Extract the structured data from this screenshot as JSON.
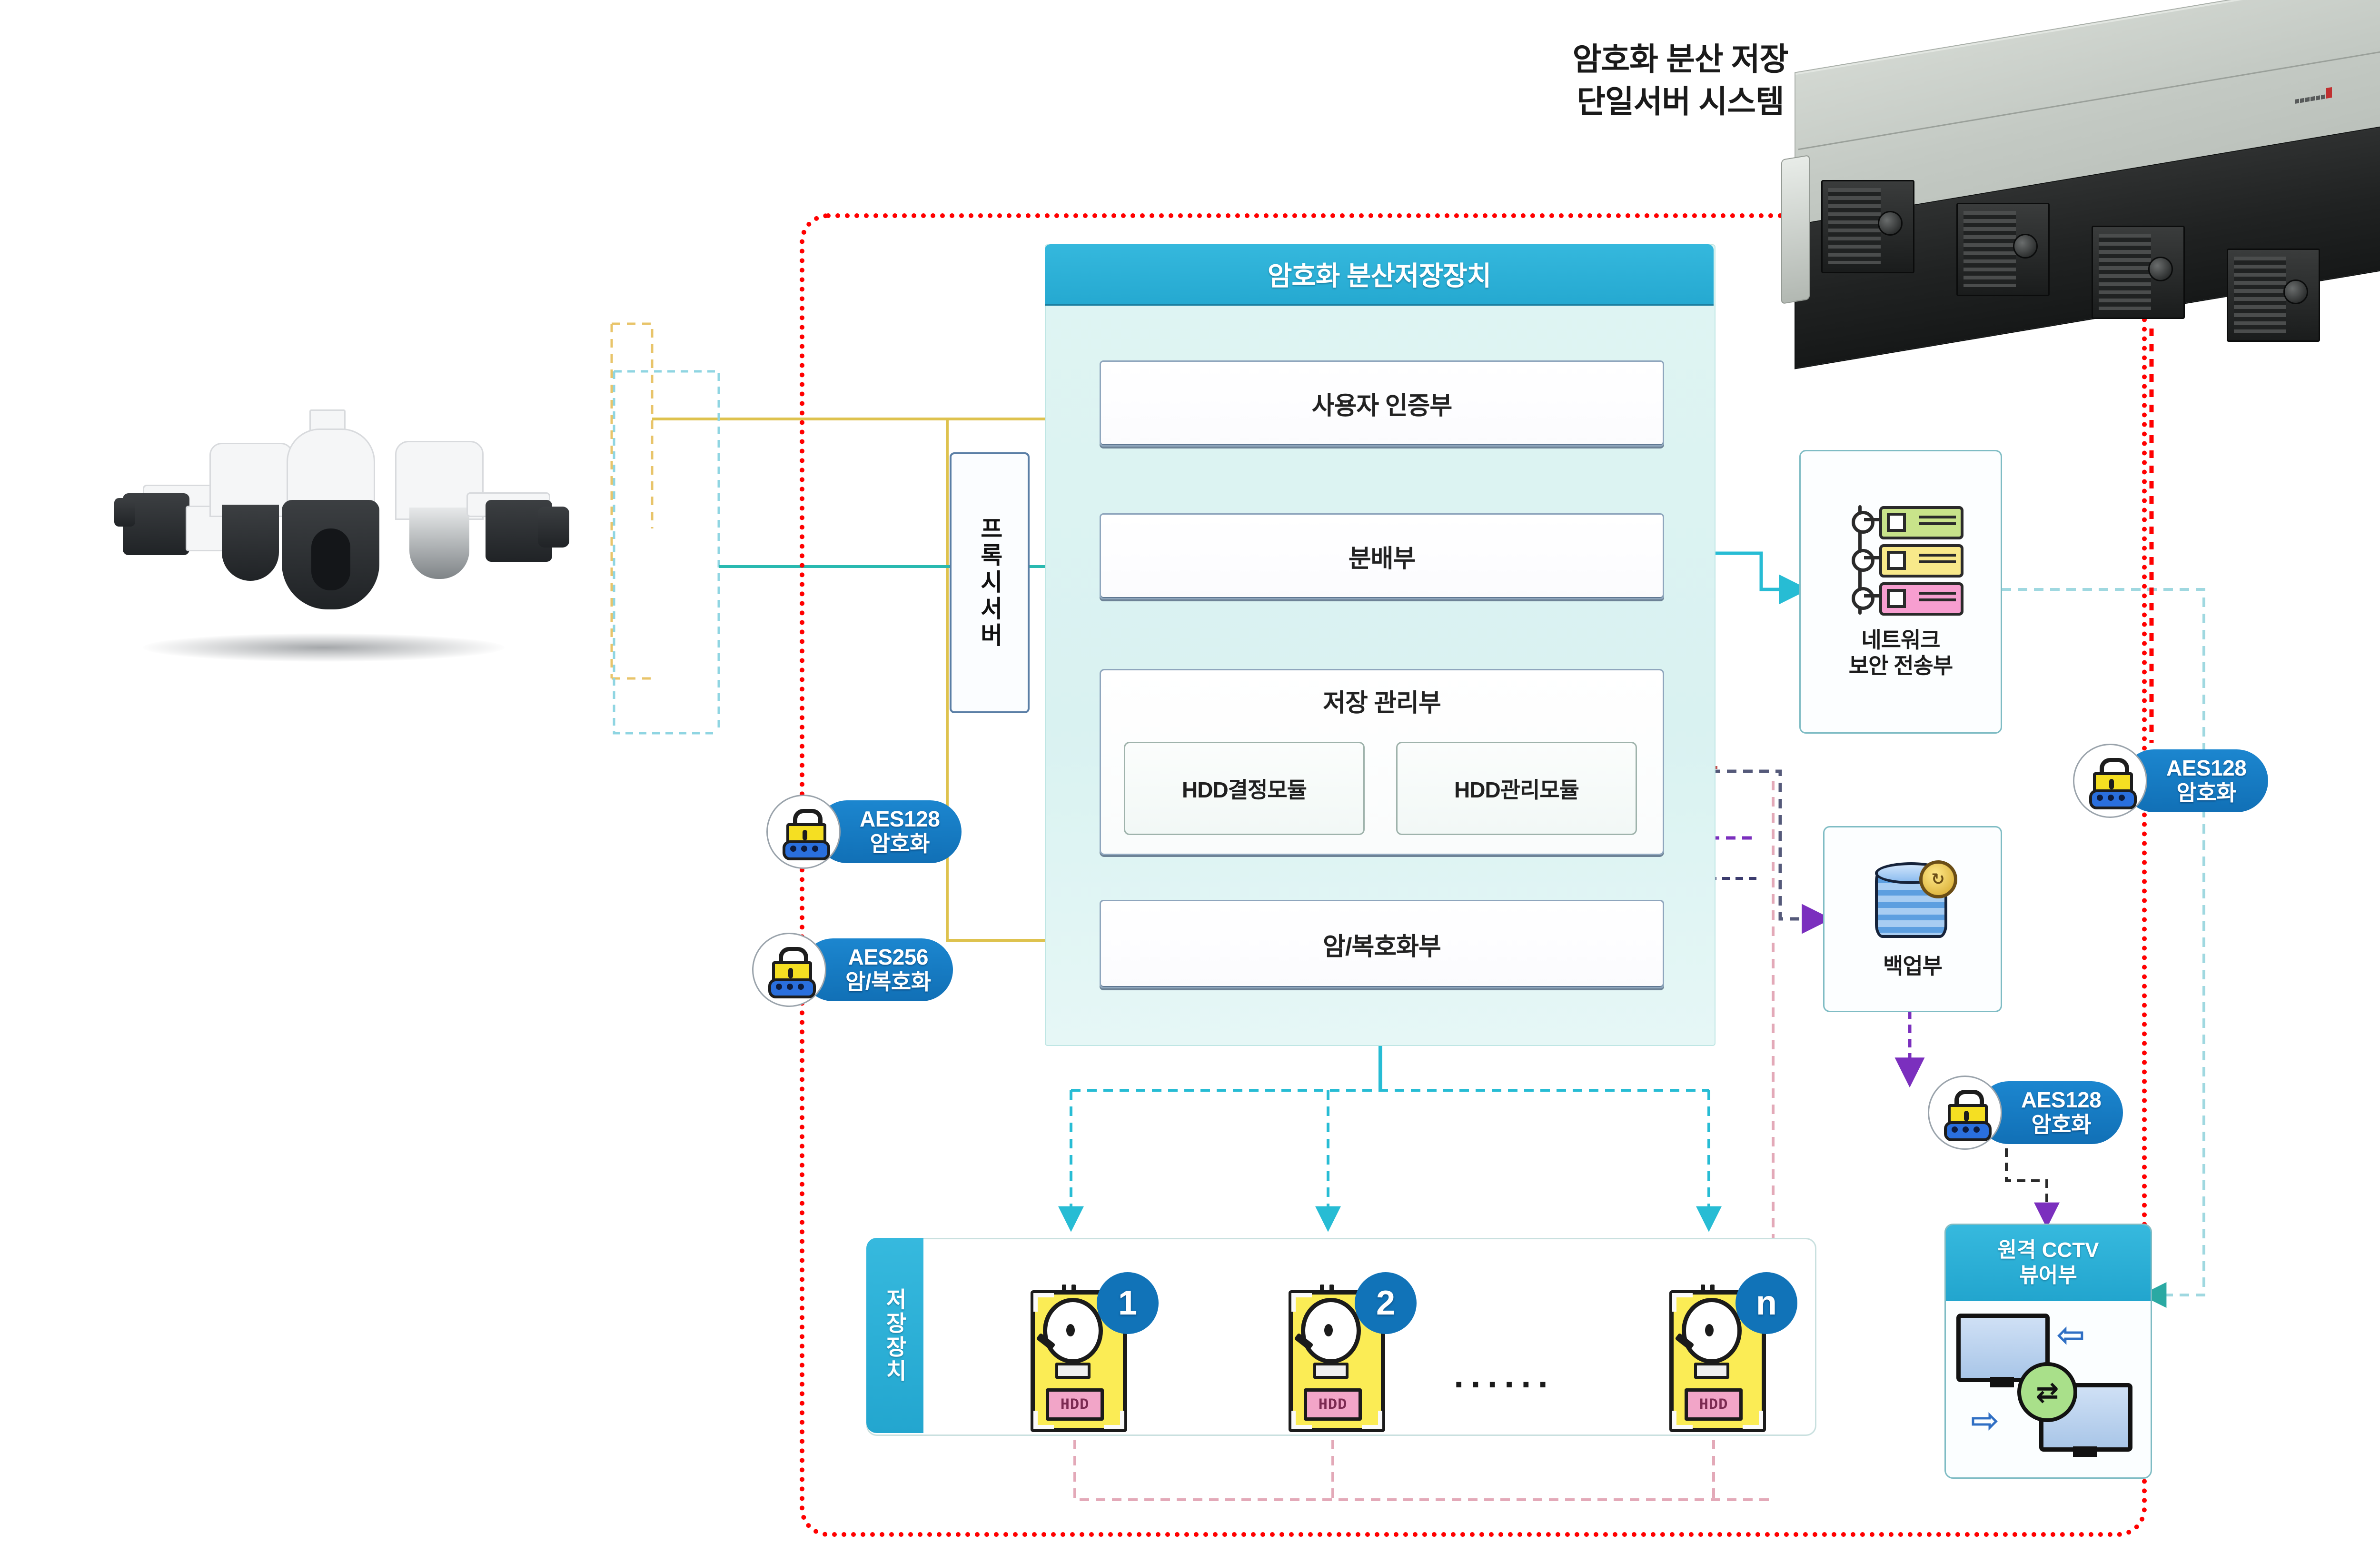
{
  "title": {
    "line1": "암호화 분산 저장",
    "line2": "단일서버 시스템"
  },
  "system": {
    "header": "암호화 분산저장장치",
    "boxes": {
      "auth": "사용자 인증부",
      "distributor": "분배부",
      "storage_manager": "저장 관리부",
      "hdd_decide_module": "HDD결정모듈",
      "hdd_manage_module": "HDD관리모듈",
      "crypto": "암/복호화부"
    },
    "proxy_server": "프록시서버",
    "network_security": "네트워크\n보안 전송부",
    "network_security_line1": "네트워크",
    "network_security_line2": "보안 전송부",
    "backup": "백업부"
  },
  "badges": {
    "aes128_left": {
      "algo": "AES128",
      "mode": "암호화"
    },
    "aes256_left": {
      "algo": "AES256",
      "mode": "암/복호화"
    },
    "aes128_right": {
      "algo": "AES128",
      "mode": "암호화"
    },
    "aes128_cctv": {
      "algo": "AES128",
      "mode": "암호화"
    }
  },
  "storage": {
    "tab_label": "저장장치",
    "disks": [
      {
        "label": "HDD",
        "number": "1"
      },
      {
        "label": "HDD",
        "number": "2"
      },
      {
        "label": "HDD",
        "number": "n"
      }
    ],
    "ellipsis": "······"
  },
  "cctv_viewer": {
    "line1": "원격 CCTV",
    "line2": "뷰어부",
    "icon_left_arrow": "⇦",
    "icon_right_arrow": "⇨",
    "sync_glyph": "⇄"
  },
  "devices": {
    "cameras_alt": "cctv-camera-group",
    "server_alt": "rack-server"
  },
  "colors": {
    "accent_cyan": "#25A9D1",
    "badge_blue": "#1170B6",
    "boundary_red": "#FF0000",
    "panel_teal": "#DFF4F3",
    "arrow_purple": "#7B2FBE",
    "hdd_yellow": "#FBEC55",
    "hdd_tag_pink": "#F2A5C8"
  }
}
